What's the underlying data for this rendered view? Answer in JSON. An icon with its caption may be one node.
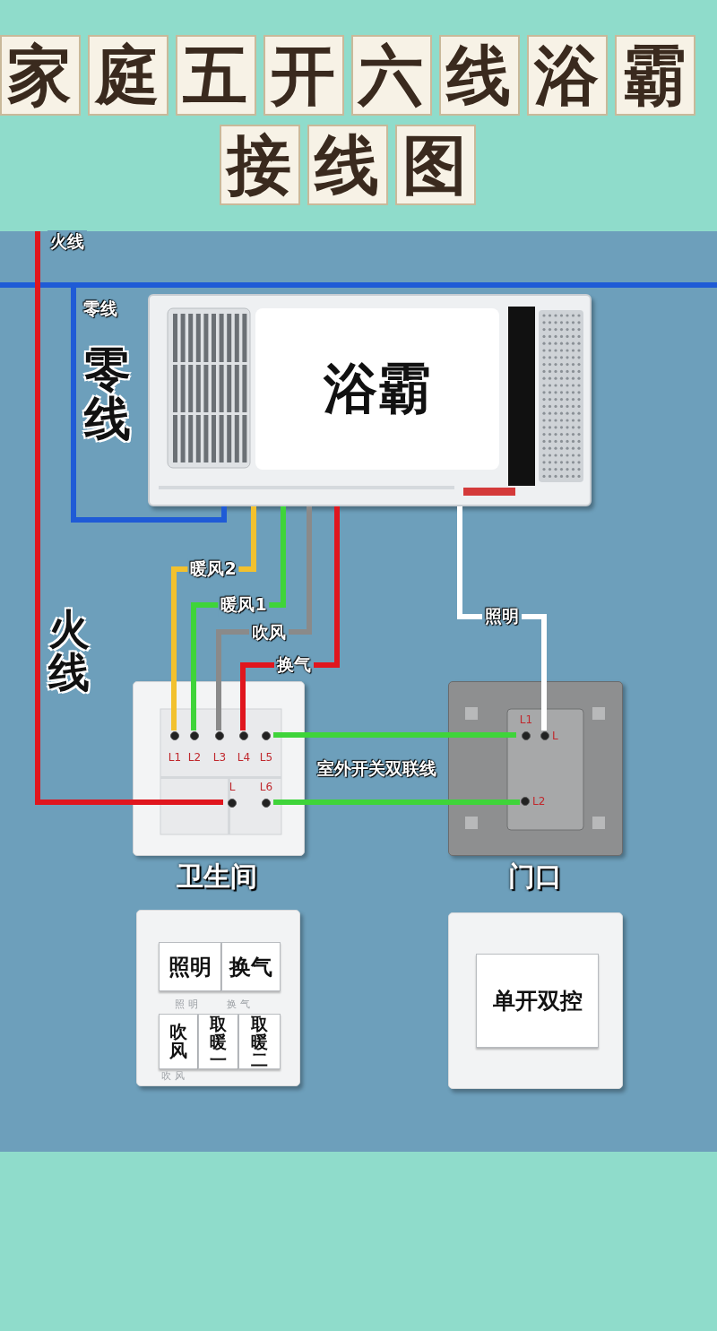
{
  "diagram": {
    "title": "家庭五开六线浴霸接线图",
    "nodes": [
      {
        "text": [
          "浴霸"
        ]
      },
      {
        "text": [],
        "shape": "box",
        "beside": [
          "卫生间"
        ]
      },
      {
        "text": [
          "L1"
        ],
        "in": 1
      },
      {
        "text": [
          "L2"
        ],
        "in": 1
      },
      {
        "text": [
          "L3"
        ],
        "in": 1
      },
      {
        "text": [
          "L4"
        ],
        "in": 1
      },
      {
        "text": [
          "L5"
        ],
        "in": 1
      },
      {
        "text": [
          "L"
        ],
        "in": 1
      },
      {
        "text": [
          "L6"
        ],
        "in": 1
      },
      {
        "text": [],
        "shape": "box",
        "beside": [
          "门口"
        ]
      },
      {
        "text": [
          "L1"
        ],
        "in": 9
      },
      {
        "text": [
          "L"
        ],
        "in": 9
      },
      {
        "text": [
          "L2"
        ],
        "in": 9
      },
      {
        "text": [],
        "shape": "box"
      },
      {
        "text": [
          "照明"
        ],
        "in": 13
      },
      {
        "text": [
          "换气"
        ],
        "in": 13
      },
      {
        "text": [
          "吹风"
        ],
        "in": 13
      },
      {
        "text": [
          "取暖一"
        ],
        "in": 13
      },
      {
        "text": [
          "取暖二"
        ],
        "in": 13
      },
      {
        "text": [],
        "shape": "box"
      },
      {
        "text": [
          "单开双控"
        ],
        "in": 19
      }
    ],
    "edges": [
      {
        "from": null,
        "to": 0,
        "arrow": "none",
        "label": "零线",
        "color": "#1f5bd6"
      },
      {
        "from": null,
        "to": 7,
        "arrow": "none",
        "label": "火线",
        "color": "#e0161e"
      },
      {
        "from": 0,
        "to": 2,
        "arrow": "none",
        "label": "暖风2",
        "color": "#f2c12e"
      },
      {
        "from": 0,
        "to": 3,
        "arrow": "none",
        "label": "暖风1",
        "color": "#3fd43a"
      },
      {
        "from": 0,
        "to": 4,
        "arrow": "none",
        "label": "吹风",
        "color": "#8a8a8a"
      },
      {
        "from": 0,
        "to": 5,
        "arrow": "none",
        "label": "换气",
        "color": "#e0161e"
      },
      {
        "from": 0,
        "to": 11,
        "arrow": "none",
        "label": "照明",
        "color": "#ffffff"
      },
      {
        "from": 6,
        "to": 10,
        "arrow": "none",
        "label": "室外开关双联线",
        "color": "#3fd43a"
      },
      {
        "from": 8,
        "to": 12,
        "arrow": "none",
        "color": "#3fd43a"
      }
    ],
    "labels": [
      "零线",
      "火线",
      "照明",
      "换气",
      "吹风"
    ]
  }
}
